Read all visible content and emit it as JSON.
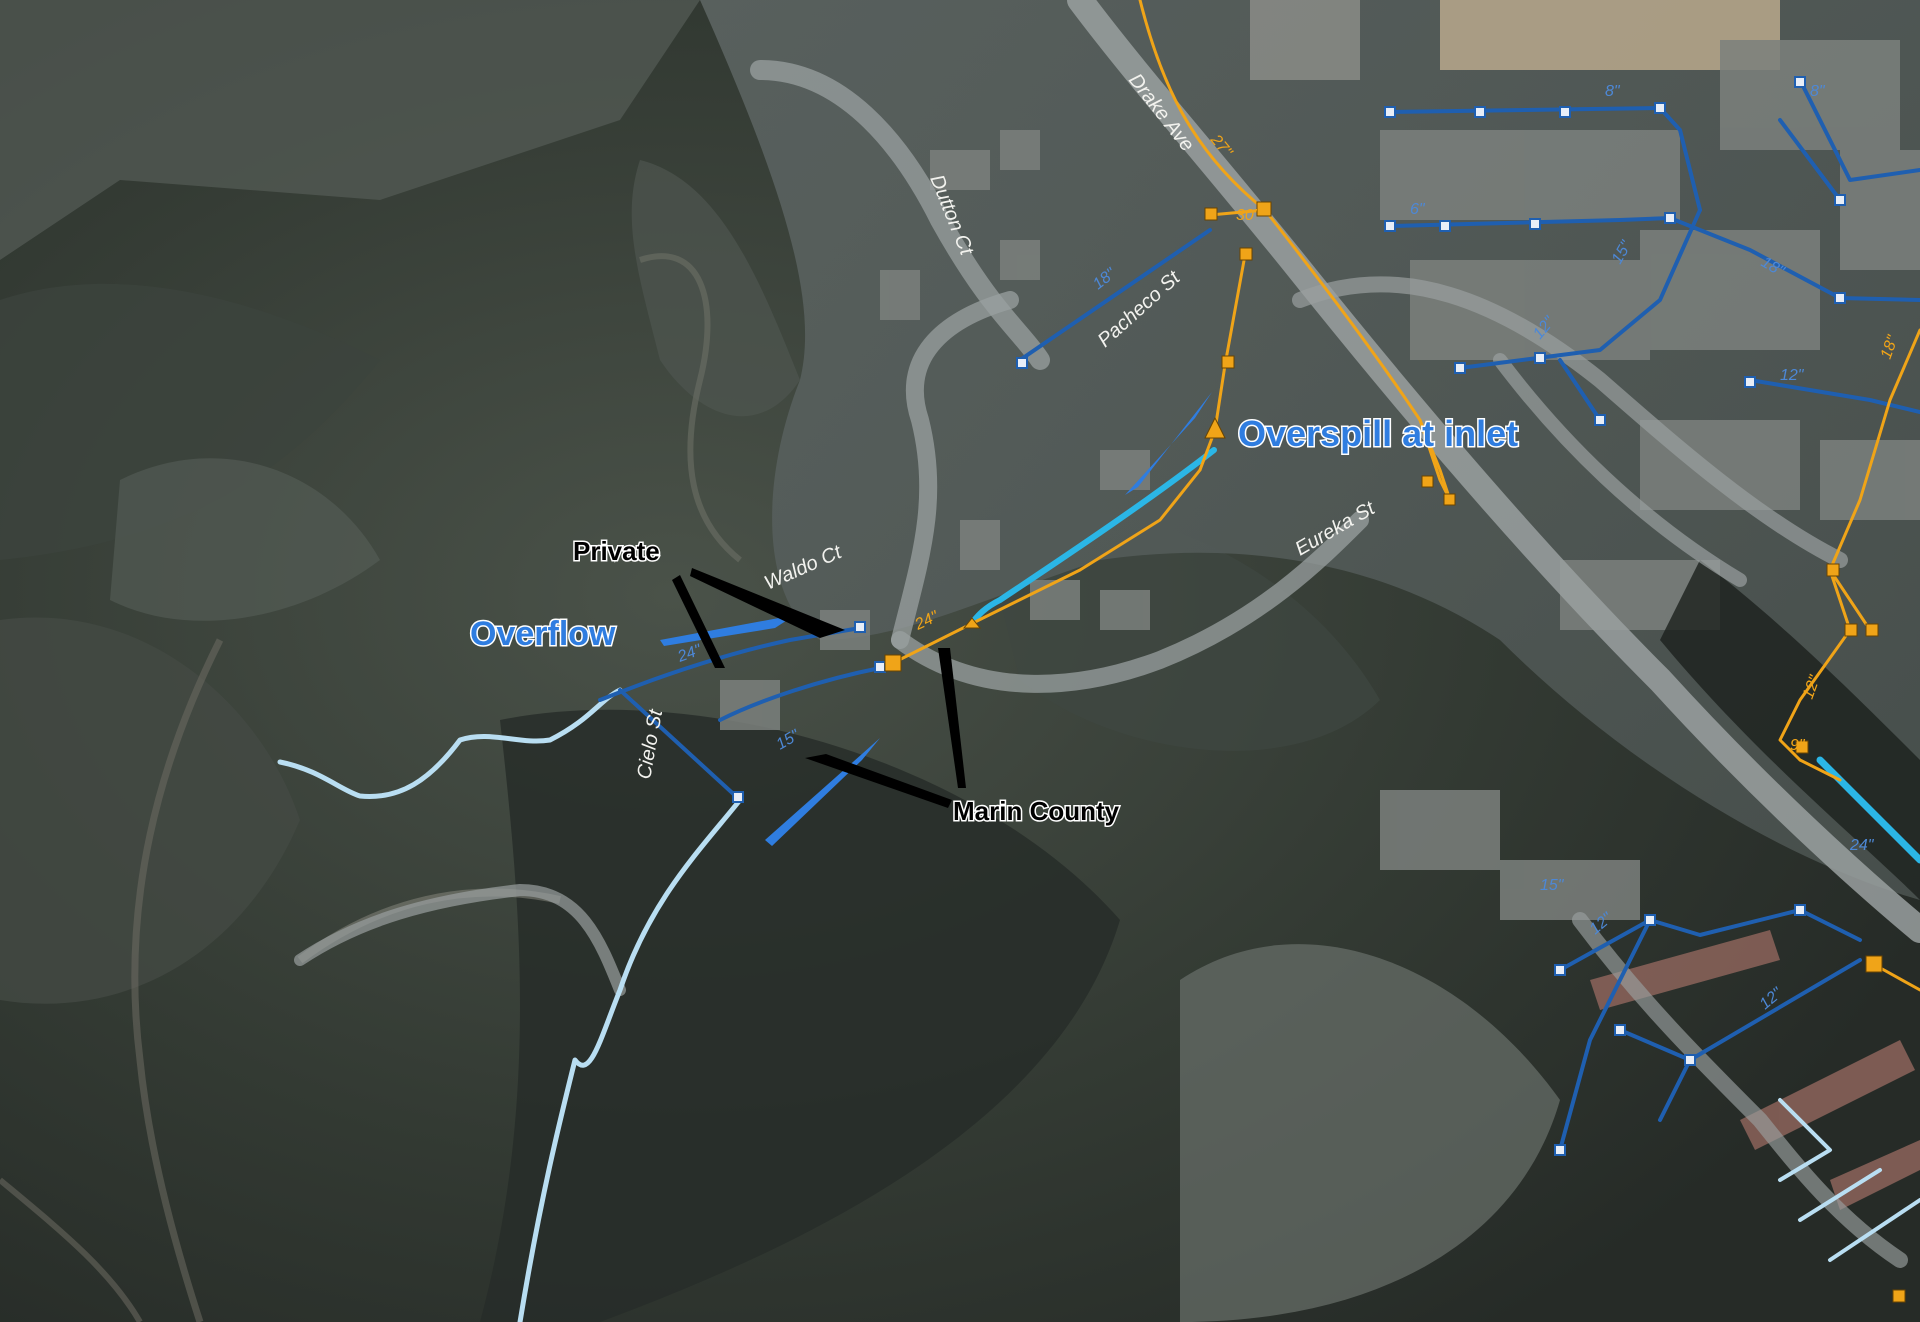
{
  "colors": {
    "storm_blue": "#1f5fb0",
    "storm_dark": "#174a94",
    "orange": "#f0a418",
    "creek_light": "#b9def2",
    "creek_cyan": "#2bb6e6",
    "callout_blue": "#2f7de0",
    "callout_black": "#000000"
  },
  "streets": [
    "Drake Ave",
    "Dutton Ct",
    "Pacheco St",
    "Eureka St",
    "Waldo Ct",
    "Cielo St"
  ],
  "pipe_sizes": {
    "orange": [
      "30\"",
      "24\"",
      "27\"",
      "18\"",
      "12\"",
      "9\""
    ],
    "blue": [
      "8\"",
      "6\"",
      "18\"",
      "12\"",
      "8\"",
      "18\"",
      "15\"",
      "12\"",
      "24\"",
      "15\"",
      "12\"",
      "15\"",
      "12\"",
      "24\""
    ]
  },
  "callouts": {
    "overspill": "Overspill at inlet",
    "overflow": "Overflow",
    "private": "Private",
    "marin": "Marin County"
  }
}
